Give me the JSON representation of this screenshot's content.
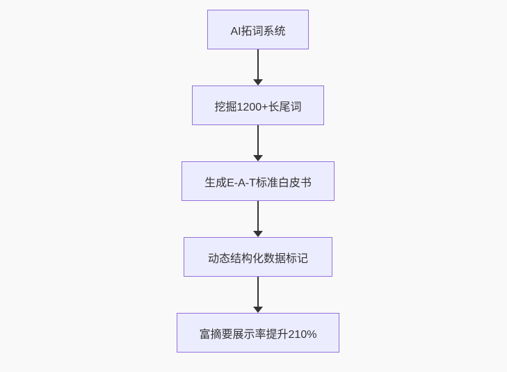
{
  "diagram": {
    "type": "flowchart",
    "direction": "top-down",
    "nodes": [
      {
        "id": "n1",
        "label": "AI拓词系统"
      },
      {
        "id": "n2",
        "label": "挖掘1200+长尾词"
      },
      {
        "id": "n3",
        "label": "生成E-A-T标准白皮书"
      },
      {
        "id": "n4",
        "label": "动态结构化数据标记"
      },
      {
        "id": "n5",
        "label": "富摘要展示率提升210%"
      }
    ],
    "edges": [
      {
        "from": "n1",
        "to": "n2"
      },
      {
        "from": "n2",
        "to": "n3"
      },
      {
        "from": "n3",
        "to": "n4"
      },
      {
        "from": "n4",
        "to": "n5"
      }
    ],
    "colors": {
      "background": "#f9f9f9",
      "node_fill": "#ececff",
      "node_border": "#9370db",
      "text": "#333333",
      "arrow": "#333333"
    }
  }
}
